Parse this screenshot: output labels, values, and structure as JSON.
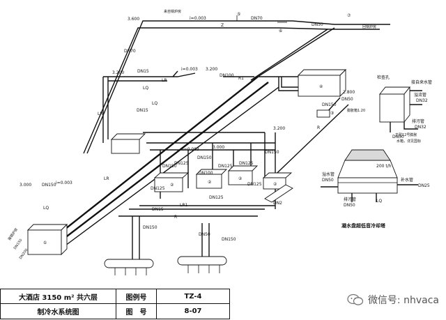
{
  "labels": {
    "elev_3600": "3.600",
    "from_boiler": "来自锅炉房",
    "i0003_top": "i=0.003",
    "z_top": "Z",
    "dn70_top": "DN70",
    "dn50_top": "DN50",
    "to_boiler": "回锅炉房",
    "num5": "⑤",
    "num6": "⑥",
    "num7": "⑦",
    "dn70_left": "DN70",
    "elev_3200_a": "3.200",
    "dn15_a": "DN15",
    "i0003_mid": "i=0.003",
    "elev_3200_b": "3.200",
    "dn100_a": "DN100",
    "r1": "R1",
    "lr_a": "LR",
    "lq_a": "LQ",
    "dn15_b": "DN15",
    "lq_b": "LQ",
    "lr_left": "LR",
    "num4": "④",
    "dn800": "2.800",
    "dn150_r": "DN150",
    "r_right": "R",
    "dn50_r": "DN50",
    "pengzhang": "膨胀箱1.20",
    "num3": "③",
    "jianshui": "检查孔",
    "jielaishui": "接自来水管",
    "yiliu": "溢流管",
    "dn32_r": "DN32",
    "dn50_r2": "DN50",
    "paiwu_r": "排污管",
    "dn32_r2": "DN32",
    "fangxing": "方型12号膨胀",
    "shuixiang": "水箱，详见国标",
    "elev_3200_c": "3.200",
    "elev_3000": "3.000",
    "i0003_c": "i=0.003",
    "dn150_a": "DN150",
    "dn125_a": "DN125",
    "dn150_b": "DN150",
    "dn100_b": "DN100",
    "dn125_b": "DN125",
    "dn125_c": "DN125",
    "dn125_d": "DN125",
    "dn150_c": "DN150",
    "dn125_e": "DN125",
    "num2a": "②",
    "num2b": "②",
    "num2c": "②",
    "num2d": "②",
    "elev_3000_l": "3.000",
    "dn150_l": "DN150",
    "i0003_l": "i=0.003",
    "lq_l": "LQ",
    "lr_l2": "LR",
    "dn2": "DN2",
    "dn15_c": "DN15",
    "r_mid": "R",
    "lr1": "LR1",
    "dn125_f": "DN125",
    "dn150_d": "DN150",
    "dn50_b": "DN50",
    "dn150_e": "DN150",
    "num1": "①",
    "dn150_v": "DN150",
    "dn200_v": "DN200",
    "from_boiler_2": "接锅炉房",
    "tower_cap": "200 t/h",
    "yiliu2": "溢水管",
    "dn50_t": "DN50",
    "bushui": "补水管",
    "dn25_t": "DN25",
    "paiwu2": "排污管",
    "dn50_t2": "DN50",
    "lq_t": "LQ",
    "tower_title": "凝水盘超低音冷却塔"
  },
  "title_block": {
    "project": "大酒店 3150 m² 共六层",
    "drawing_name": "制冷水系统图",
    "legend_label": "图例号",
    "legend_value": "TZ-4",
    "drawing_label": "图　号",
    "drawing_value": "8-07"
  },
  "watermark": {
    "text": "微信号: nhvaca"
  }
}
